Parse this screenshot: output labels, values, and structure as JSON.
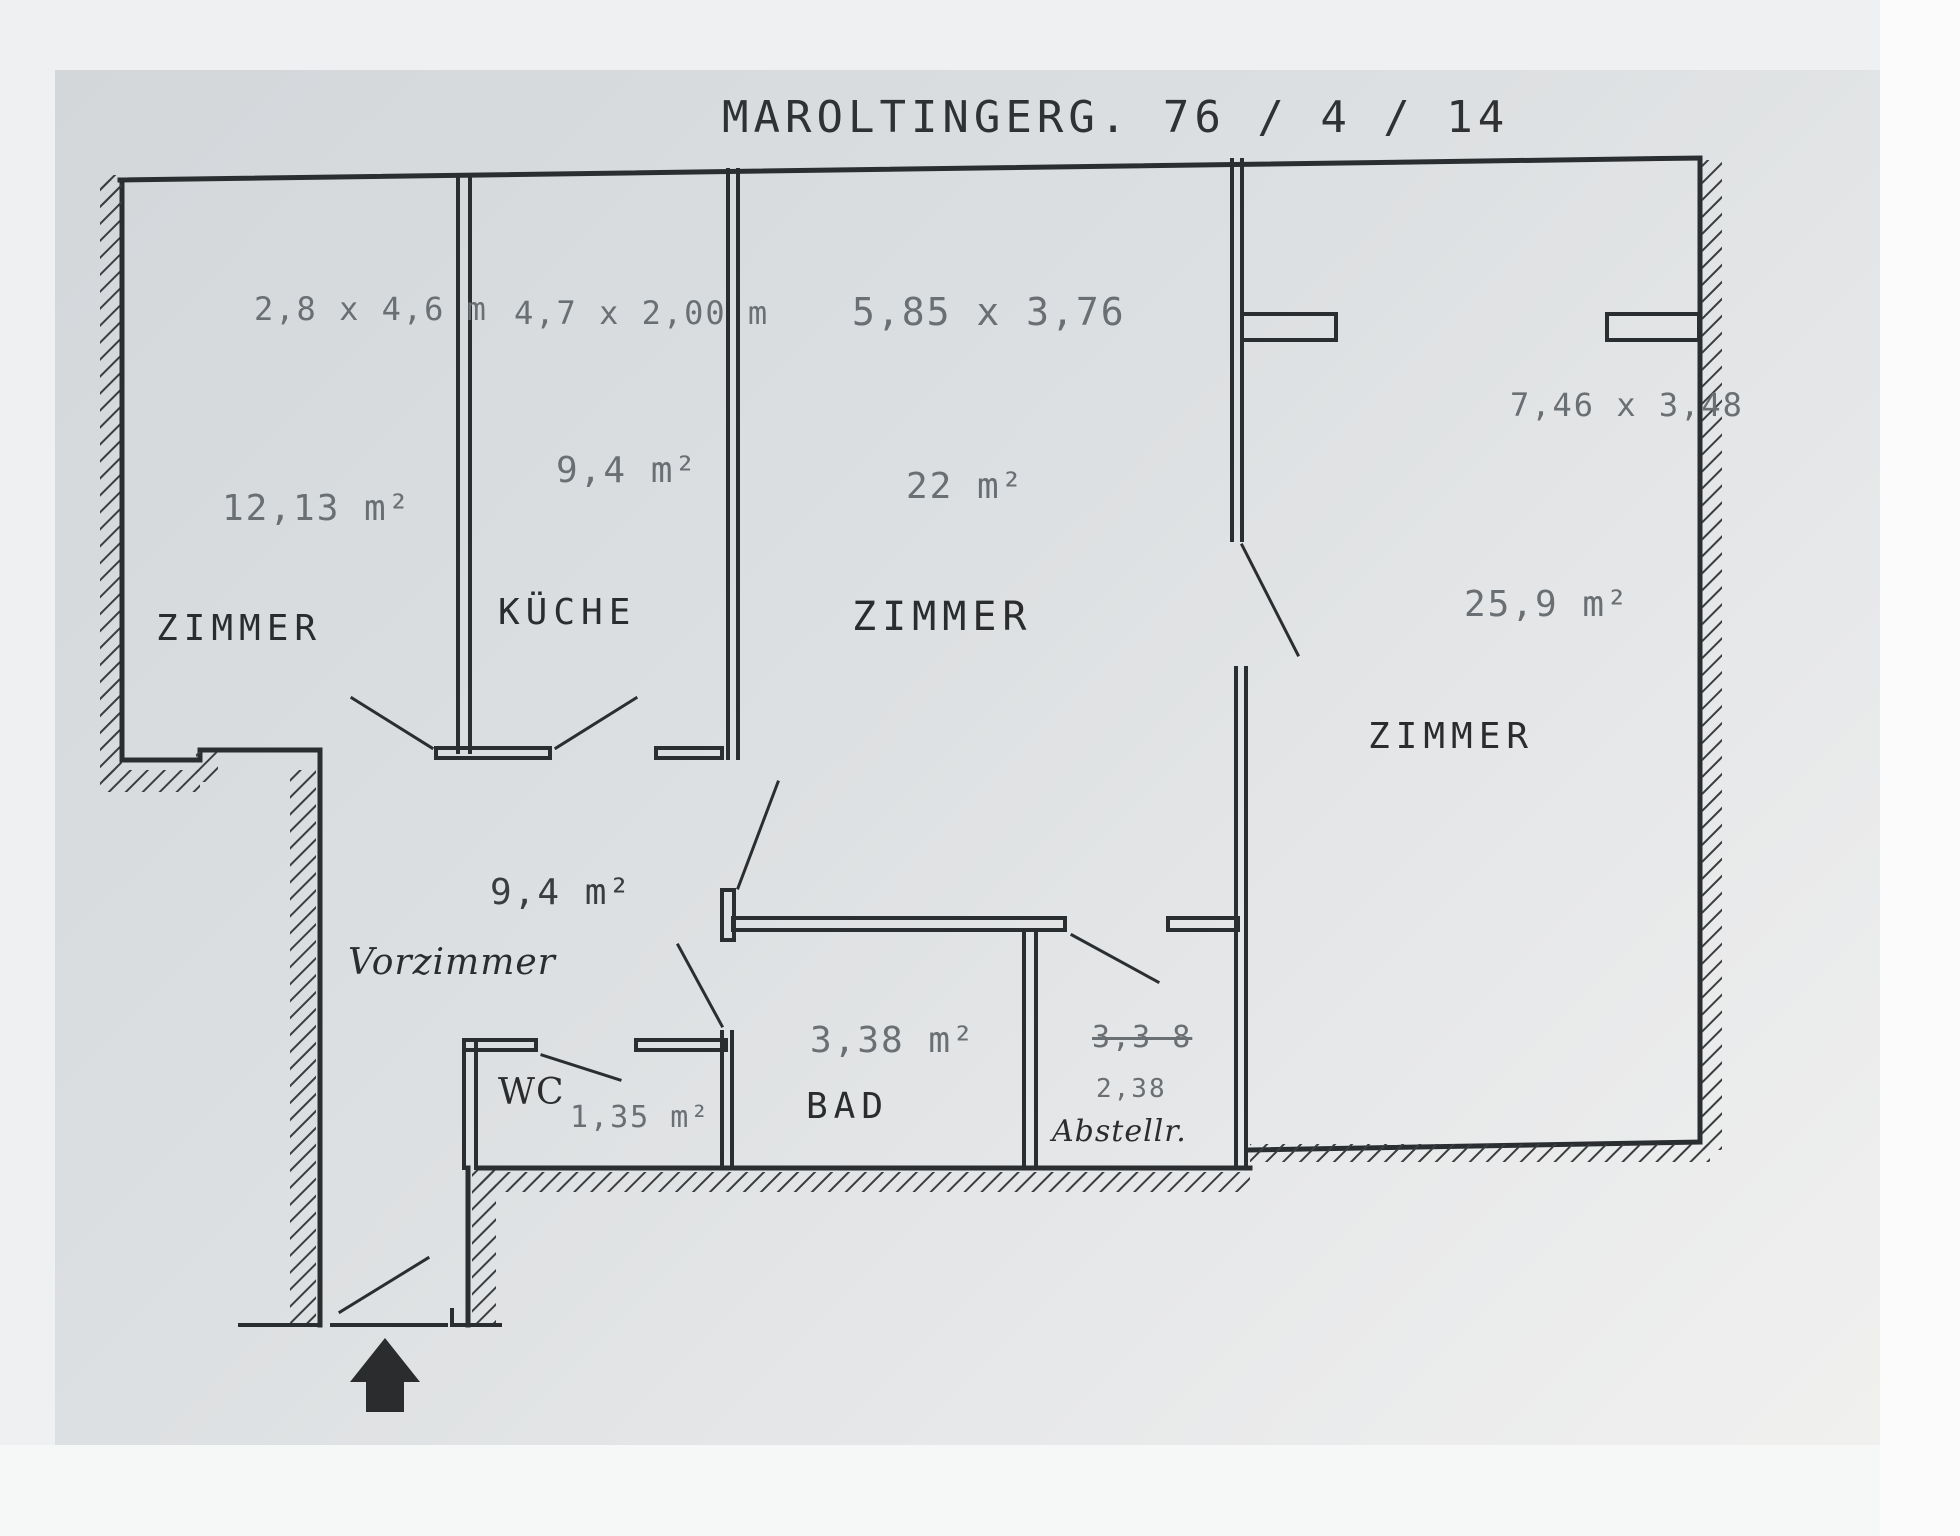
{
  "document": {
    "title": "MAROLTINGERG. 76 / 4 / 14",
    "type": "hand-drawn apartment floor plan"
  },
  "rooms": [
    {
      "id": "zimmer-1",
      "label": "ZIMMER",
      "dimensions": "2,8 x 4,6 m",
      "area": "12,13 m²"
    },
    {
      "id": "kueche",
      "label": "KÜCHE",
      "dimensions": "4,7 x 2,00 m",
      "area": "9,4 m²"
    },
    {
      "id": "zimmer-2",
      "label": "ZIMMER",
      "dimensions": "5,85 x 3,76",
      "area": "22 m²"
    },
    {
      "id": "zimmer-3",
      "label": "ZIMMER",
      "dimensions": "7,46 x 3,48",
      "area": "25,9 m²"
    },
    {
      "id": "vorzimmer",
      "label": "Vorzimmer",
      "area": "9,4 m²"
    },
    {
      "id": "wc",
      "label": "WC",
      "area": "1,35 m²"
    },
    {
      "id": "bad",
      "label": "BAD",
      "area": "3,38 m²"
    },
    {
      "id": "abstellraum",
      "label": "Abstellr.",
      "area_struck": "3,3 8",
      "area": "2,38"
    }
  ],
  "entrance": {
    "icon": "entrance-arrow-icon"
  },
  "colors": {
    "paper": "#dde0e2",
    "background": "#eef0f1",
    "ink": "#2a2c2e",
    "pencil": "#6a6f73"
  }
}
